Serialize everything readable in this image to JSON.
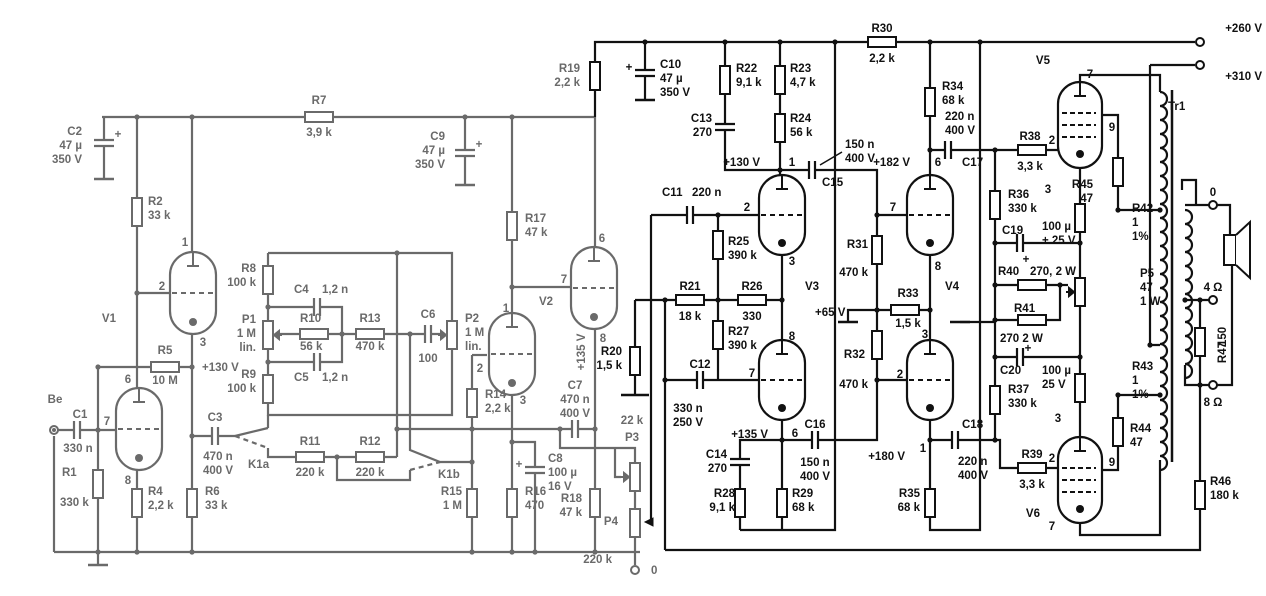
{
  "colors": {
    "left_section": "#6a6a6a",
    "right_section": "#111111"
  },
  "components": {
    "C1": {
      "ref": "C1",
      "value": [
        "330 n"
      ]
    },
    "R1": {
      "ref": "R1",
      "value": [
        "330 k"
      ]
    },
    "C2": {
      "ref": "C2",
      "value": [
        "47 µ",
        "350 V"
      ]
    },
    "R2": {
      "ref": "R2",
      "value": [
        "33 k"
      ]
    },
    "R4": {
      "ref": "R4",
      "value": [
        "2,2 k"
      ]
    },
    "R5": {
      "ref": "R5",
      "value": [
        "10 M"
      ]
    },
    "R6": {
      "ref": "R6",
      "value": [
        "33 k"
      ]
    },
    "R7": {
      "ref": "R7",
      "value": [
        "3,9 k"
      ]
    },
    "C3": {
      "ref": "C3",
      "value": [
        "470 n",
        "400 V"
      ]
    },
    "R8": {
      "ref": "R8",
      "value": [
        "100 k"
      ]
    },
    "R9": {
      "ref": "R9",
      "value": [
        "100 k"
      ]
    },
    "P1": {
      "ref": "P1",
      "value": [
        "1 M",
        "lin."
      ]
    },
    "C4": {
      "ref": "C4",
      "value": [
        "1,2 n"
      ]
    },
    "C5": {
      "ref": "C5",
      "value": [
        "1,2 n"
      ]
    },
    "R10": {
      "ref": "R10",
      "value": [
        "56 k"
      ]
    },
    "R13": {
      "ref": "R13",
      "value": [
        "470 k"
      ]
    },
    "C6": {
      "ref": "C6",
      "value": [
        "100"
      ]
    },
    "P2": {
      "ref": "P2",
      "value": [
        "1 M",
        "lin."
      ]
    },
    "R11": {
      "ref": "R11",
      "value": [
        "220 k"
      ]
    },
    "R12": {
      "ref": "R12",
      "value": [
        "220 k"
      ]
    },
    "K1a": {
      "ref": "K1a",
      "value": []
    },
    "K1b": {
      "ref": "K1b",
      "value": []
    },
    "C9": {
      "ref": "C9",
      "value": [
        "47 µ",
        "350 V"
      ]
    },
    "R17": {
      "ref": "R17",
      "value": [
        "47 k"
      ]
    },
    "R14": {
      "ref": "R14",
      "value": [
        "2,2 k"
      ]
    },
    "R15": {
      "ref": "R15",
      "value": [
        "1 M"
      ]
    },
    "R16": {
      "ref": "R16",
      "value": [
        "470"
      ]
    },
    "C8": {
      "ref": "C8",
      "value": [
        "100 µ",
        "16 V"
      ]
    },
    "C7": {
      "ref": "C7",
      "value": [
        "470 n",
        "400 V"
      ]
    },
    "R18": {
      "ref": "R18",
      "value": [
        "47 k"
      ]
    },
    "P3": {
      "ref": "P3",
      "value": [
        "22 k"
      ]
    },
    "P4": {
      "ref": "P4",
      "value": [
        "220 k"
      ]
    },
    "R19": {
      "ref": "R19",
      "value": [
        "2,2 k"
      ]
    },
    "R20": {
      "ref": "R20",
      "value": [
        "1,5 k"
      ]
    },
    "C10": {
      "ref": "C10",
      "value": [
        "47 µ",
        "350 V"
      ]
    },
    "R22": {
      "ref": "R22",
      "value": [
        "9,1 k"
      ]
    },
    "C13": {
      "ref": "C13",
      "value": [
        "270"
      ]
    },
    "R23": {
      "ref": "R23",
      "value": [
        "4,7 k"
      ]
    },
    "R24": {
      "ref": "R24",
      "value": [
        "56 k"
      ]
    },
    "C15": {
      "ref": "C15",
      "value": [
        "150 n",
        "400 V"
      ]
    },
    "R30": {
      "ref": "R30",
      "value": [
        "2,2 k"
      ]
    },
    "C11": {
      "ref": "C11",
      "value": [
        "220 n"
      ]
    },
    "R25": {
      "ref": "R25",
      "value": [
        "390 k"
      ]
    },
    "R21": {
      "ref": "R21",
      "value": [
        "18 k"
      ]
    },
    "R26": {
      "ref": "R26",
      "value": [
        "330"
      ]
    },
    "R27": {
      "ref": "R27",
      "value": [
        "390 k"
      ]
    },
    "C12": {
      "ref": "C12",
      "value": [
        "330 n",
        "250 V"
      ]
    },
    "C14": {
      "ref": "C14",
      "value": [
        "270"
      ]
    },
    "R28": {
      "ref": "R28",
      "value": [
        "9,1 k"
      ]
    },
    "R29": {
      "ref": "R29",
      "value": [
        "68 k"
      ]
    },
    "C16": {
      "ref": "C16",
      "value": [
        "150 n",
        "400 V"
      ]
    },
    "R31": {
      "ref": "R31",
      "value": [
        "470 k"
      ]
    },
    "R33": {
      "ref": "R33",
      "value": [
        "1,5 k"
      ]
    },
    "R32": {
      "ref": "R32",
      "value": [
        "470 k"
      ]
    },
    "R34": {
      "ref": "R34",
      "value": [
        "68 k"
      ]
    },
    "C17": {
      "ref": "C17",
      "value": [
        "220 n",
        "400 V"
      ]
    },
    "C18": {
      "ref": "C18",
      "value": [
        "220 n",
        "400 V"
      ]
    },
    "R35": {
      "ref": "R35",
      "value": [
        "68 k"
      ]
    },
    "R36": {
      "ref": "R36",
      "value": [
        "330 k"
      ]
    },
    "R38": {
      "ref": "R38",
      "value": [
        "3,3 k"
      ]
    },
    "R45": {
      "ref": "R45",
      "value": [
        "47"
      ]
    },
    "R42": {
      "ref": "R42",
      "value": [
        "1",
        "1%"
      ]
    },
    "C19": {
      "ref": "C19",
      "value": [
        "100 µ",
        "+ 25 V"
      ]
    },
    "R40": {
      "ref": "R40",
      "value": [
        "270, 2 W"
      ]
    },
    "P5": {
      "ref": "P5",
      "value": [
        "47",
        "1 W"
      ]
    },
    "R41": {
      "ref": "R41",
      "value": [
        "270  2 W"
      ]
    },
    "C20": {
      "ref": "C20",
      "value": [
        "100 µ",
        "25 V"
      ]
    },
    "R43": {
      "ref": "R43",
      "value": [
        "1",
        "1%"
      ]
    },
    "R37": {
      "ref": "R37",
      "value": [
        "330 k"
      ]
    },
    "R39": {
      "ref": "R39",
      "value": [
        "3,3 k"
      ]
    },
    "R44": {
      "ref": "R44",
      "value": [
        "47"
      ]
    },
    "R46": {
      "ref": "R46",
      "value": [
        "180 k"
      ]
    },
    "R47": {
      "ref": "R47",
      "value": [
        "150"
      ]
    },
    "Tr1": {
      "ref": "Tr1",
      "value": []
    }
  },
  "tubes": {
    "V1a": {
      "label": "V1",
      "pins": [
        "1",
        "2",
        "3"
      ]
    },
    "V1b": {
      "label": "",
      "pins": [
        "6",
        "7",
        "8"
      ]
    },
    "V2a": {
      "label": "",
      "pins": [
        "1",
        "2",
        "3"
      ]
    },
    "V2b": {
      "label": "V2",
      "pins": [
        "6",
        "7",
        "8"
      ]
    },
    "V3a": {
      "label": "V3",
      "pins": [
        "1",
        "2",
        "3"
      ]
    },
    "V3b": {
      "label": "",
      "pins": [
        "8",
        "7",
        "6"
      ]
    },
    "V4a": {
      "label": "V4",
      "pins": [
        "6",
        "7",
        "8"
      ]
    },
    "V4b": {
      "label": "",
      "pins": [
        "3",
        "2",
        "1"
      ]
    },
    "V5": {
      "label": "V5",
      "pins": [
        "7",
        "2",
        "9",
        "3"
      ]
    },
    "V6": {
      "label": "V6",
      "pins": [
        "3",
        "2",
        "9",
        "7"
      ]
    }
  },
  "voltages": {
    "v1_plate": "+130 V",
    "v2_cathode": "+135 V",
    "v3a_plate": "+130 V",
    "v3_mid": "+65 V",
    "v3b_cathode": "+135 V",
    "v4a_plate": "+182 V",
    "v4b_cathode": "+180 V",
    "supply_260": "+260 V",
    "supply_310": "+310 V"
  },
  "terminals": {
    "input": "Be",
    "volume_out": "0",
    "out_0": "0",
    "out_4": "4 Ω",
    "out_8": "8 Ω"
  }
}
